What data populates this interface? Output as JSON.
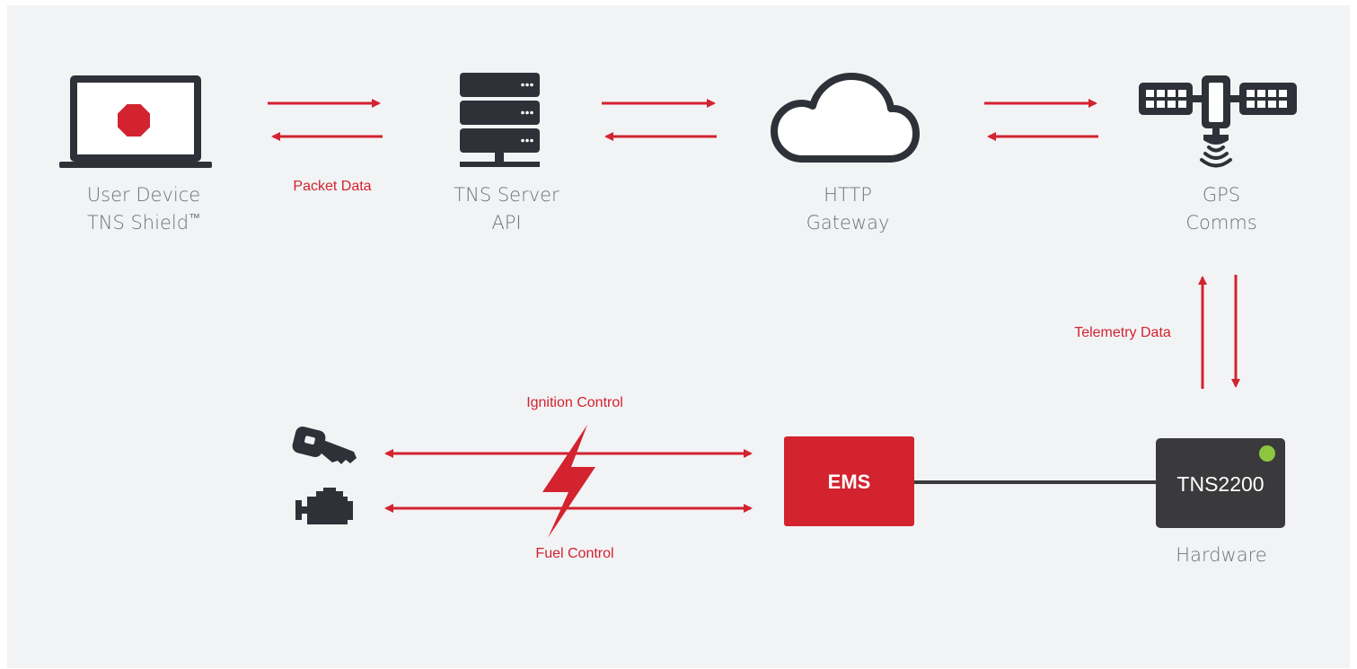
{
  "nodes": {
    "user_device": {
      "line1": "User Device",
      "line2": "TNS Shield",
      "mark": "™",
      "icon": "laptop-stop-icon"
    },
    "server": {
      "line1": "TNS Server",
      "line2": "API",
      "icon": "server-rack-icon"
    },
    "gateway": {
      "line1": "HTTP",
      "line2": "Gateway",
      "icon": "cloud-icon"
    },
    "gps": {
      "line1": "GPS",
      "line2": "Comms",
      "icon": "satellite-icon"
    },
    "ems": {
      "label": "EMS"
    },
    "hardware": {
      "device_label": "TNS2200",
      "caption": "Hardware",
      "status": "online"
    },
    "ignition": {
      "icon": "car-key-icon"
    },
    "engine": {
      "icon": "engine-icon"
    }
  },
  "flows": {
    "packet": "Packet Data",
    "telemetry": "Telemetry Data",
    "ignition": "Ignition Control",
    "fuel": "Fuel Control"
  },
  "colors": {
    "accent": "#d2232f",
    "icon": "#2e3138",
    "text": "#6f7177",
    "background": "#f2f3f5",
    "hardware_box": "#3a3a3c",
    "status_led": "#8cc63f"
  }
}
